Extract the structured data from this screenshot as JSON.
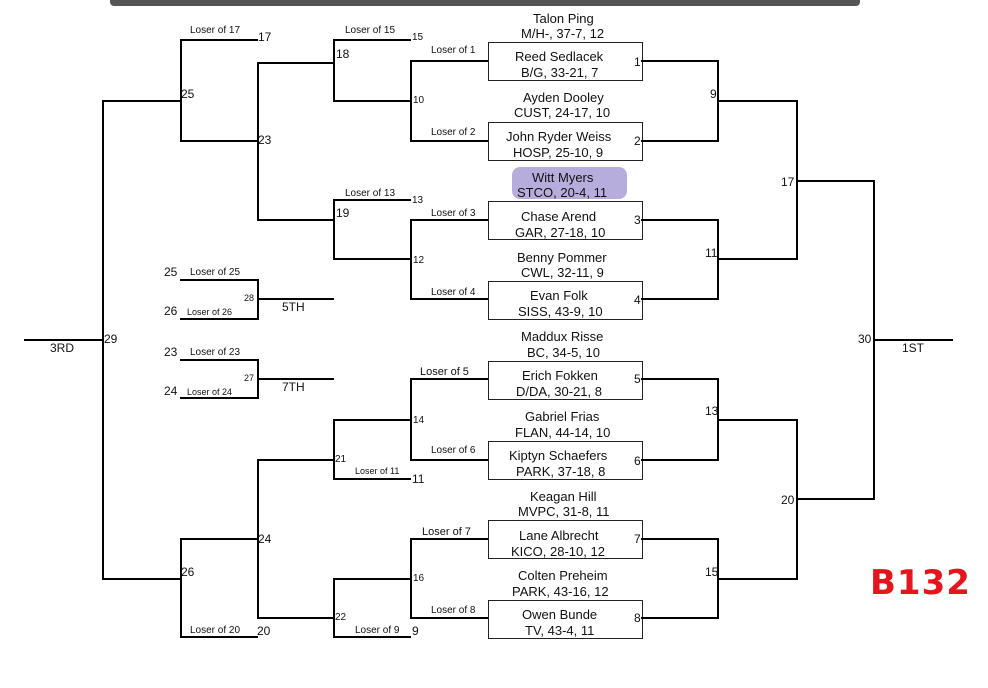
{
  "bracket_id": "B132",
  "placements": {
    "first": "1ST",
    "third": "3RD",
    "fifth": "5TH",
    "seventh": "7TH"
  },
  "wrestlers": [
    {
      "name": "Talon Ping",
      "rec": "M/H-, 37-7, 12"
    },
    {
      "name": "Reed Sedlacek",
      "rec": "B/G, 33-21, 7"
    },
    {
      "name": "Ayden Dooley",
      "rec": "CUST, 24-17, 10"
    },
    {
      "name": "John Ryder Weiss",
      "rec": "HOSP, 25-10, 9"
    },
    {
      "name": "Witt Myers",
      "rec": "STCO, 20-4, 11"
    },
    {
      "name": "Chase Arend",
      "rec": "GAR, 27-18, 10"
    },
    {
      "name": "Benny Pommer",
      "rec": "CWL, 32-11, 9"
    },
    {
      "name": "Evan Folk",
      "rec": "SISS, 43-9, 10"
    },
    {
      "name": "Maddux Risse",
      "rec": "BC, 34-5, 10"
    },
    {
      "name": "Erich Fokken",
      "rec": "D/DA, 30-21, 8"
    },
    {
      "name": "Gabriel Frias",
      "rec": "FLAN, 44-14, 10"
    },
    {
      "name": "Kiptyn Schaefers",
      "rec": "PARK, 37-18, 8"
    },
    {
      "name": "Keagan Hill",
      "rec": "MVPC, 31-8, 11"
    },
    {
      "name": "Lane Albrecht",
      "rec": "KICO, 28-10, 12"
    },
    {
      "name": "Colten Preheim",
      "rec": "PARK, 43-16, 12"
    },
    {
      "name": "Owen Bunde",
      "rec": "TV, 43-4, 11"
    }
  ],
  "loser_labels": {
    "l1": "Loser of 1",
    "l2": "Loser of 2",
    "l3": "Loser of 3",
    "l4": "Loser of 4",
    "l5": "Loser of 5",
    "l6": "Loser of 6",
    "l7": "Loser of 7",
    "l8": "Loser of 8",
    "l9": "Loser of 9",
    "l11": "Loser of 11",
    "l13": "Loser of 13",
    "l15": "Loser of 15",
    "l17": "Loser of 17",
    "l20": "Loser of 20",
    "l23": "Loser of 23",
    "l24": "Loser of 24",
    "l25": "Loser of 25",
    "l26": "Loser of 26"
  },
  "bout_numbers": {
    "b1": "1",
    "b2": "2",
    "b3": "3",
    "b4": "4",
    "b5": "5",
    "b6": "6",
    "b7": "7",
    "b8": "8",
    "b9": "9",
    "b10": "10",
    "b11": "11",
    "b12": "12",
    "b13": "13",
    "b14": "14",
    "b15": "15",
    "b16": "16",
    "b17": "17",
    "b18": "18",
    "b19": "19",
    "b20": "20",
    "b21": "21",
    "b22": "22",
    "b23": "23",
    "b24": "24",
    "b25": "25",
    "b26": "26",
    "b27": "27",
    "b28": "28",
    "b29": "29",
    "b30": "30"
  },
  "seed_refs": {
    "s9": "9",
    "s11": "11",
    "s13": "13",
    "s15": "15",
    "s17": "17",
    "s20": "20",
    "s23": "23",
    "s24": "24",
    "s25": "25",
    "s26": "26"
  },
  "highlight_color": "#a99fd6",
  "accent_color": "#e4161b"
}
